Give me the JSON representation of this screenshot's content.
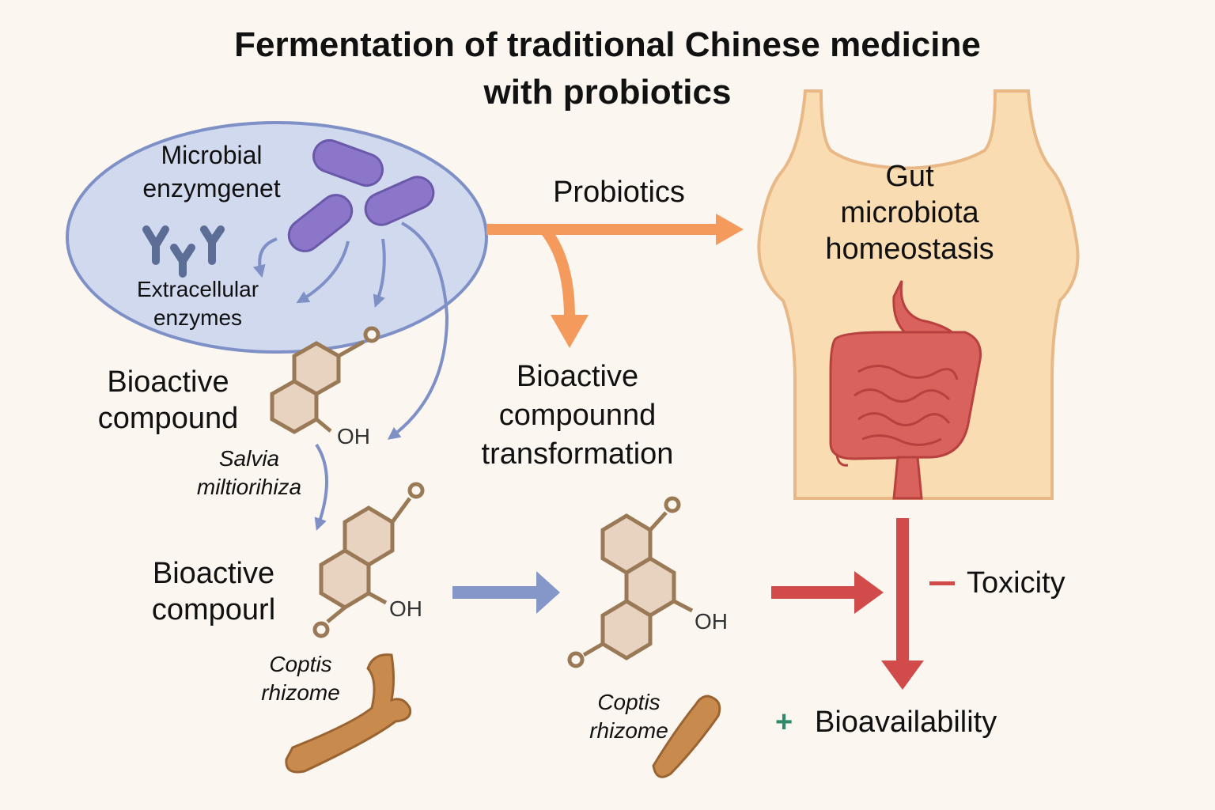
{
  "title_line1": "Fermentation of traditional Chinese medicine",
  "title_line2": "with probiotics",
  "microbial_line1": "Microbial",
  "microbial_line2": "enzymgenet",
  "extracellular_line1": "Extracellular",
  "extracellular_line2": "enzymes",
  "probiotics": "Probiotics",
  "gut_line1": "Gut",
  "gut_line2": "microbiota",
  "gut_line3": "homeostasis",
  "bioactive_compound_line1": "Bioactive",
  "bioactive_compound_line2": "compound",
  "transformation_line1": "Bioactive",
  "transformation_line2": "compounnd",
  "transformation_line3": "transformation",
  "salvia_line1": "Salvia",
  "salvia_line2": "miltiorihiza",
  "compourl_line1": "Bioactive",
  "compourl_line2": "compourl",
  "coptis_left_line1": "Coptis",
  "coptis_left_line2": "rhizome",
  "coptis_right_line1": "Coptis",
  "coptis_right_line2": "rhizome",
  "oh_label": "OH",
  "toxicity_sign": "−",
  "toxicity": "Toxicity",
  "bioavailability_sign": "+",
  "bioavailability": "Bioavailability",
  "colors": {
    "background": "#fbf7f0",
    "ellipse_fill": "#d1d9ef",
    "ellipse_stroke": "#7e90c6",
    "bacteria": "#8b76c9",
    "orange_arrow": "#f39a5c",
    "blue_arrow": "#7e90c6",
    "red_arrow": "#d24b4b",
    "body": "#fadcb2",
    "intestine": "#d9625c",
    "molecule": "#9a7a56",
    "rhizome": "#c98a4e",
    "plus_green": "#2e8a68"
  }
}
